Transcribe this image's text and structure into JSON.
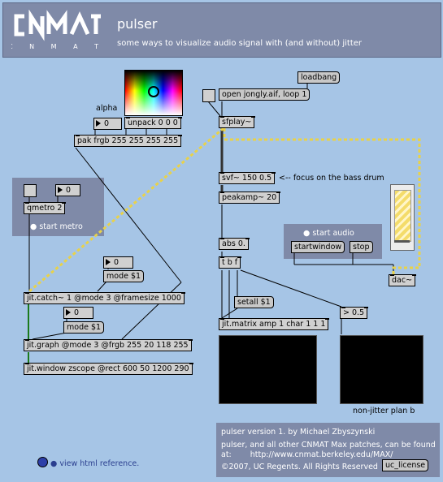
{
  "header": {
    "logo_letters": "C N M A T",
    "title": "pulser",
    "subtitle": "some ways to visualize audio signal with (and without) jitter"
  },
  "colors": {
    "background": "#a6c5e6",
    "panel": "#7f8aa8",
    "object_box": "#d0d0d0",
    "signal_wire": "#e8d24a",
    "matrix_wire": "#1b7a1b"
  },
  "objects": {
    "loadbang": "loadbang",
    "open_msg": "open jongly.aif, loop 1",
    "sfplay": "sfplay~",
    "svf": "svf~ 150 0.5",
    "focus_comment": "<-- focus on the bass drum",
    "peakamp": "peakamp~ 20",
    "abs": "abs 0.",
    "tbf": "t b f",
    "setall": "setall $1",
    "gt": "> 0.5",
    "matrix": "jit.matrix amp 1 char 1 1 1",
    "dac": "dac~",
    "start_audio": "start audio",
    "startwindow": "startwindow",
    "stop": "stop",
    "alpha_label": "alpha",
    "alpha_value": "0",
    "unpack": "unpack 0 0 0",
    "pak": "pak frgb 255 255 255 255",
    "qmetro_value": "0",
    "qmetro": "qmetro 2",
    "start_metro": "start metro",
    "mode1_value": "0",
    "mode1": "mode $1",
    "catch": "jit.catch~ 1 @mode 3 @framesize 1000",
    "mode2_value": "0",
    "mode2": "mode $1",
    "graph": "jit.graph @mode 3 @frgb 255 20 118 255",
    "window": "jit.window zscope @rect 600 50 1200 290",
    "non_jitter": "non-jitter plan b"
  },
  "footer": {
    "line1": "pulser version 1. by Michael Zbyszynski",
    "line2": "pulser, and all other CNMAT Max patches, can be found",
    "line3_prefix": "at:",
    "line3_url": "http://www.cnmat.berkeley.edu/MAX/",
    "line4": "©2007, UC Regents. All Rights Reserved",
    "license_button": "uc_license"
  },
  "help": {
    "reference_link": "view html reference."
  }
}
